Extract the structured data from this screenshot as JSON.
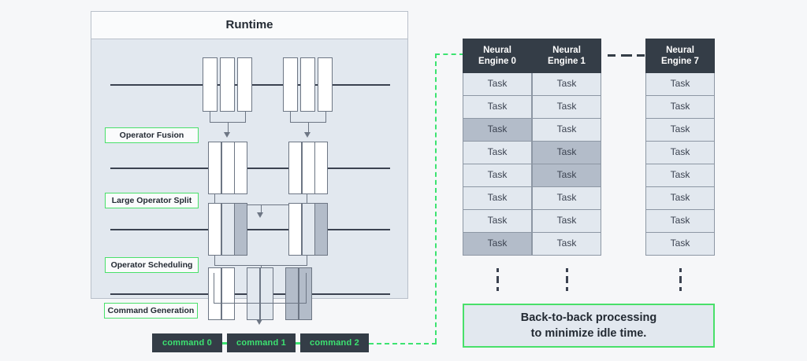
{
  "runtime": {
    "title": "Runtime",
    "stage_labels": [
      {
        "text": "Operator Fusion"
      },
      {
        "text": "Large Operator Split"
      },
      {
        "text": "Operator Scheduling"
      },
      {
        "text": "Command Generation"
      }
    ],
    "pipeline_rows": [
      {
        "name": "raw-operators",
        "groups": [
          {
            "segments": [
              "white",
              "white",
              "white"
            ],
            "spaced": true
          },
          {
            "segments": [
              "white",
              "white",
              "white"
            ],
            "spaced": true
          }
        ]
      },
      {
        "name": "fused-operators",
        "groups": [
          {
            "segments": [
              "white",
              "white",
              "white"
            ],
            "spaced": false
          },
          {
            "segments": [
              "white",
              "white",
              "white"
            ],
            "spaced": false
          }
        ]
      },
      {
        "name": "split-operators",
        "groups": [
          {
            "segments": [
              "white",
              "light",
              "gray"
            ],
            "spaced": false
          },
          {
            "segments": [
              "white",
              "light",
              "gray"
            ],
            "spaced": false
          }
        ]
      },
      {
        "name": "scheduled-operators",
        "groups": [
          {
            "segments": [
              "white",
              "white"
            ],
            "spaced": false
          },
          {
            "segments": [
              "light",
              "light"
            ],
            "spaced": false
          },
          {
            "segments": [
              "gray",
              "gray"
            ],
            "spaced": false
          }
        ]
      }
    ]
  },
  "commands": [
    {
      "label": "command 0"
    },
    {
      "label": "command 1"
    },
    {
      "label": "command 2"
    }
  ],
  "engines": {
    "columns": [
      {
        "name": "neural-engine-0",
        "title_line1": "Neural",
        "title_line2": "Engine 0",
        "tasks": [
          {
            "label": "Task",
            "busy": false
          },
          {
            "label": "Task",
            "busy": false
          },
          {
            "label": "Task",
            "busy": true
          },
          {
            "label": "Task",
            "busy": false
          },
          {
            "label": "Task",
            "busy": false
          },
          {
            "label": "Task",
            "busy": false
          },
          {
            "label": "Task",
            "busy": false
          },
          {
            "label": "Task",
            "busy": true
          }
        ]
      },
      {
        "name": "neural-engine-1",
        "title_line1": "Neural",
        "title_line2": "Engine 1",
        "tasks": [
          {
            "label": "Task",
            "busy": false
          },
          {
            "label": "Task",
            "busy": false
          },
          {
            "label": "Task",
            "busy": false
          },
          {
            "label": "Task",
            "busy": true
          },
          {
            "label": "Task",
            "busy": true
          },
          {
            "label": "Task",
            "busy": false
          },
          {
            "label": "Task",
            "busy": false
          },
          {
            "label": "Task",
            "busy": false
          }
        ]
      },
      {
        "name": "neural-engine-7",
        "title_line1": "Neural",
        "title_line2": "Engine 7",
        "tasks": [
          {
            "label": "Task",
            "busy": false
          },
          {
            "label": "Task",
            "busy": false
          },
          {
            "label": "Task",
            "busy": false
          },
          {
            "label": "Task",
            "busy": false
          },
          {
            "label": "Task",
            "busy": false
          },
          {
            "label": "Task",
            "busy": false
          },
          {
            "label": "Task",
            "busy": false
          },
          {
            "label": "Task",
            "busy": false
          }
        ]
      }
    ],
    "ellipsis_between": "- - -"
  },
  "callout": {
    "line1": "Back-to-back processing",
    "line2": "to minimize idle time."
  },
  "colors": {
    "accent_green": "#3ce371",
    "label_border_green": "#49e06a",
    "dark_slate": "#343d47",
    "panel_fill": "#e2e8ef",
    "busy_gray": "#b3bcc9",
    "page_bg": "#f6f7f9",
    "stroke": "#6d7684"
  }
}
